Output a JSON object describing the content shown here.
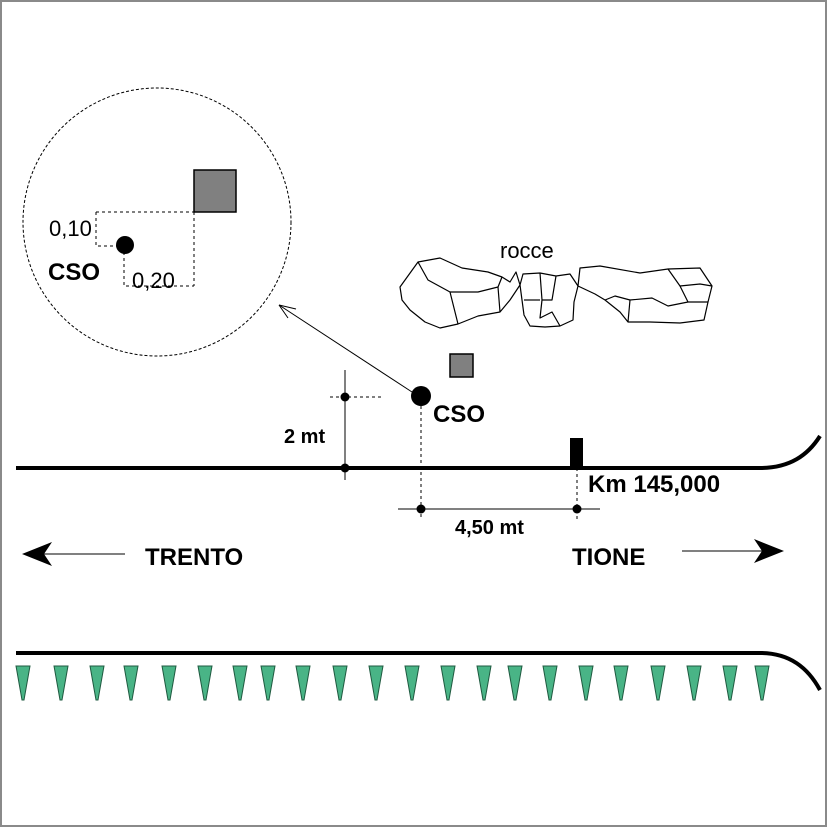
{
  "colors": {
    "background": "#ffffff",
    "frame": "#8a8a8a",
    "line": "#000000",
    "benchmark_fill": "#808080",
    "vegetation": "#49b486"
  },
  "detail": {
    "label_x": "0,10",
    "label_y": "0,20",
    "point_label": "CSO"
  },
  "rocks_label": "rocce",
  "point_label": "CSO",
  "height_dim": "2 mt",
  "distance_dim": "4,50 mt",
  "km_marker": "Km 145,000",
  "directions": {
    "left": "TRENTO",
    "right": "TIONE"
  },
  "icons": [
    "arrow-left-icon",
    "arrow-right-icon",
    "tree-icon",
    "benchmark-square-icon",
    "km-post-icon"
  ]
}
